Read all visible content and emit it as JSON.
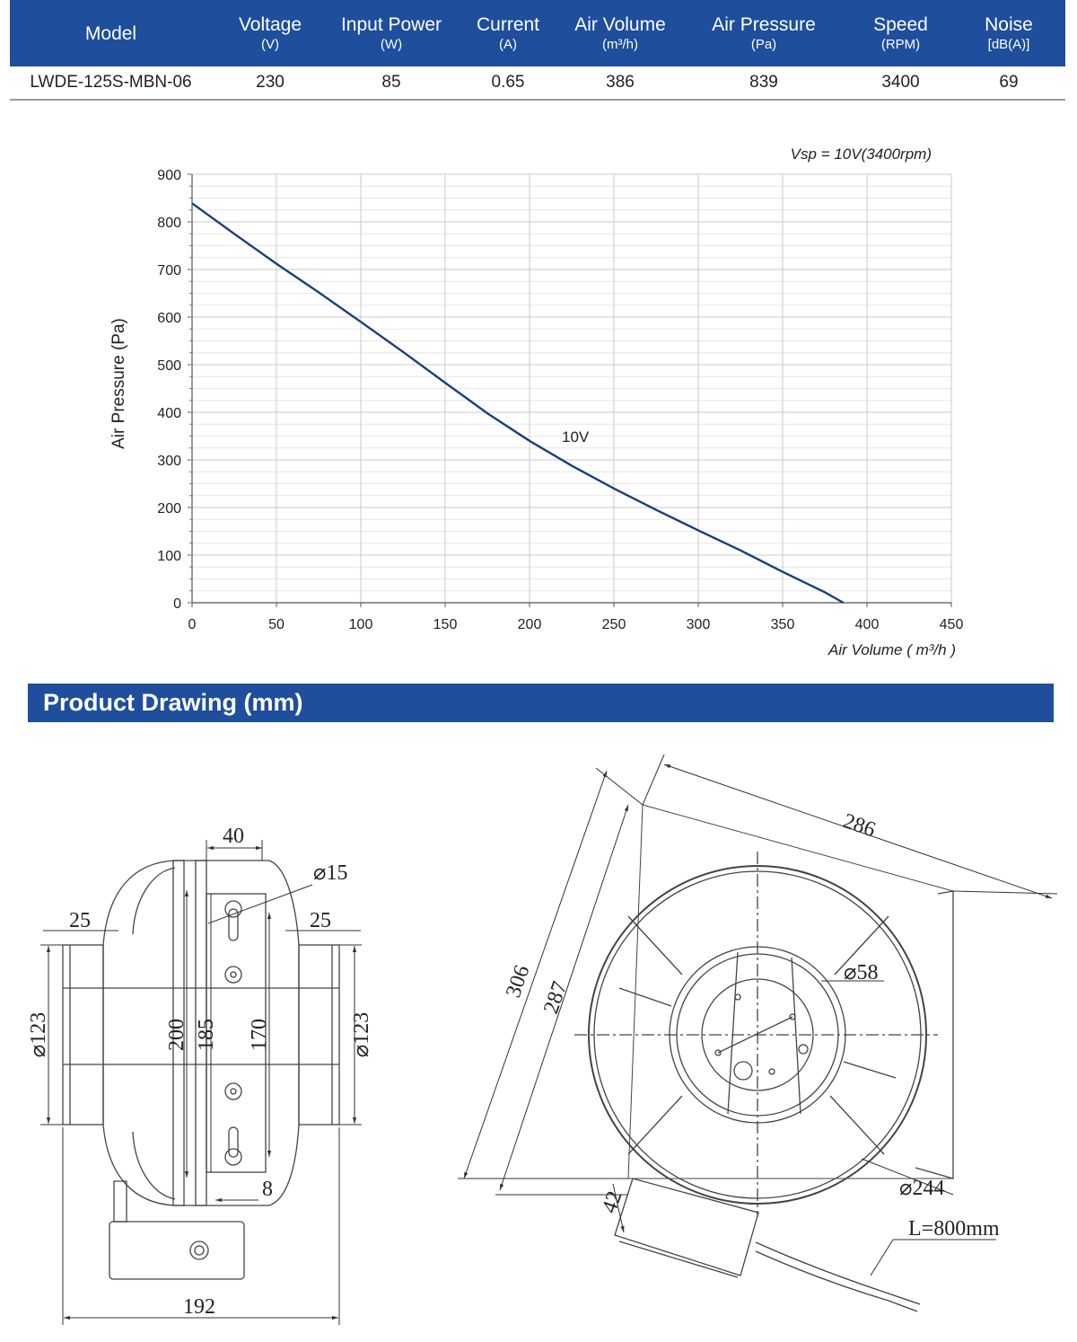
{
  "table": {
    "headers": [
      {
        "label": "Model",
        "unit": ""
      },
      {
        "label": "Voltage",
        "unit": "(V)"
      },
      {
        "label": "Input Power",
        "unit": "(W)"
      },
      {
        "label": "Current",
        "unit": "(A)"
      },
      {
        "label": "Air Volume",
        "unit": "(m³/h)"
      },
      {
        "label": "Air Pressure",
        "unit": "(Pa)"
      },
      {
        "label": "Speed",
        "unit": "(RPM)"
      },
      {
        "label": "Noise",
        "unit": "[dB(A)]"
      }
    ],
    "rows": [
      [
        "LWDE-125S-MBN-06",
        "230",
        "85",
        "0.65",
        "386",
        "839",
        "3400",
        "69"
      ]
    ]
  },
  "chart_data": {
    "type": "line",
    "annotation": "Vsp = 10V(3400rpm)",
    "xlabel": "Air Volume ( m³/h )",
    "ylabel": "Air Pressure  (Pa)",
    "xlim": [
      0,
      450
    ],
    "ylim": [
      0,
      900
    ],
    "xticks": [
      0,
      50,
      100,
      150,
      200,
      250,
      300,
      350,
      400,
      450
    ],
    "yticks": [
      0,
      100,
      200,
      300,
      400,
      500,
      600,
      700,
      800,
      900
    ],
    "grid": true,
    "series": [
      {
        "name": "10V",
        "color": "#1a3f7a",
        "x": [
          0,
          25,
          50,
          75,
          100,
          125,
          150,
          175,
          200,
          225,
          250,
          275,
          300,
          325,
          350,
          375,
          386
        ],
        "y": [
          839,
          775,
          712,
          652,
          590,
          527,
          462,
          398,
          340,
          288,
          240,
          195,
          152,
          110,
          65,
          22,
          0
        ]
      }
    ]
  },
  "drawing": {
    "title": "Product Drawing (mm)",
    "dims": {
      "d40": "40",
      "d15": "⌀15",
      "d25_left": "25",
      "d25_right": "25",
      "d123_left": "⌀123",
      "d123_right": "⌀123",
      "d200": "200",
      "d185": "185",
      "d170": "170",
      "d8": "8",
      "d192": "192",
      "d286": "286",
      "d306": "306",
      "d287": "287",
      "d58": "⌀58",
      "d244": "⌀244",
      "d42": "42",
      "cable": "L=800mm"
    }
  }
}
